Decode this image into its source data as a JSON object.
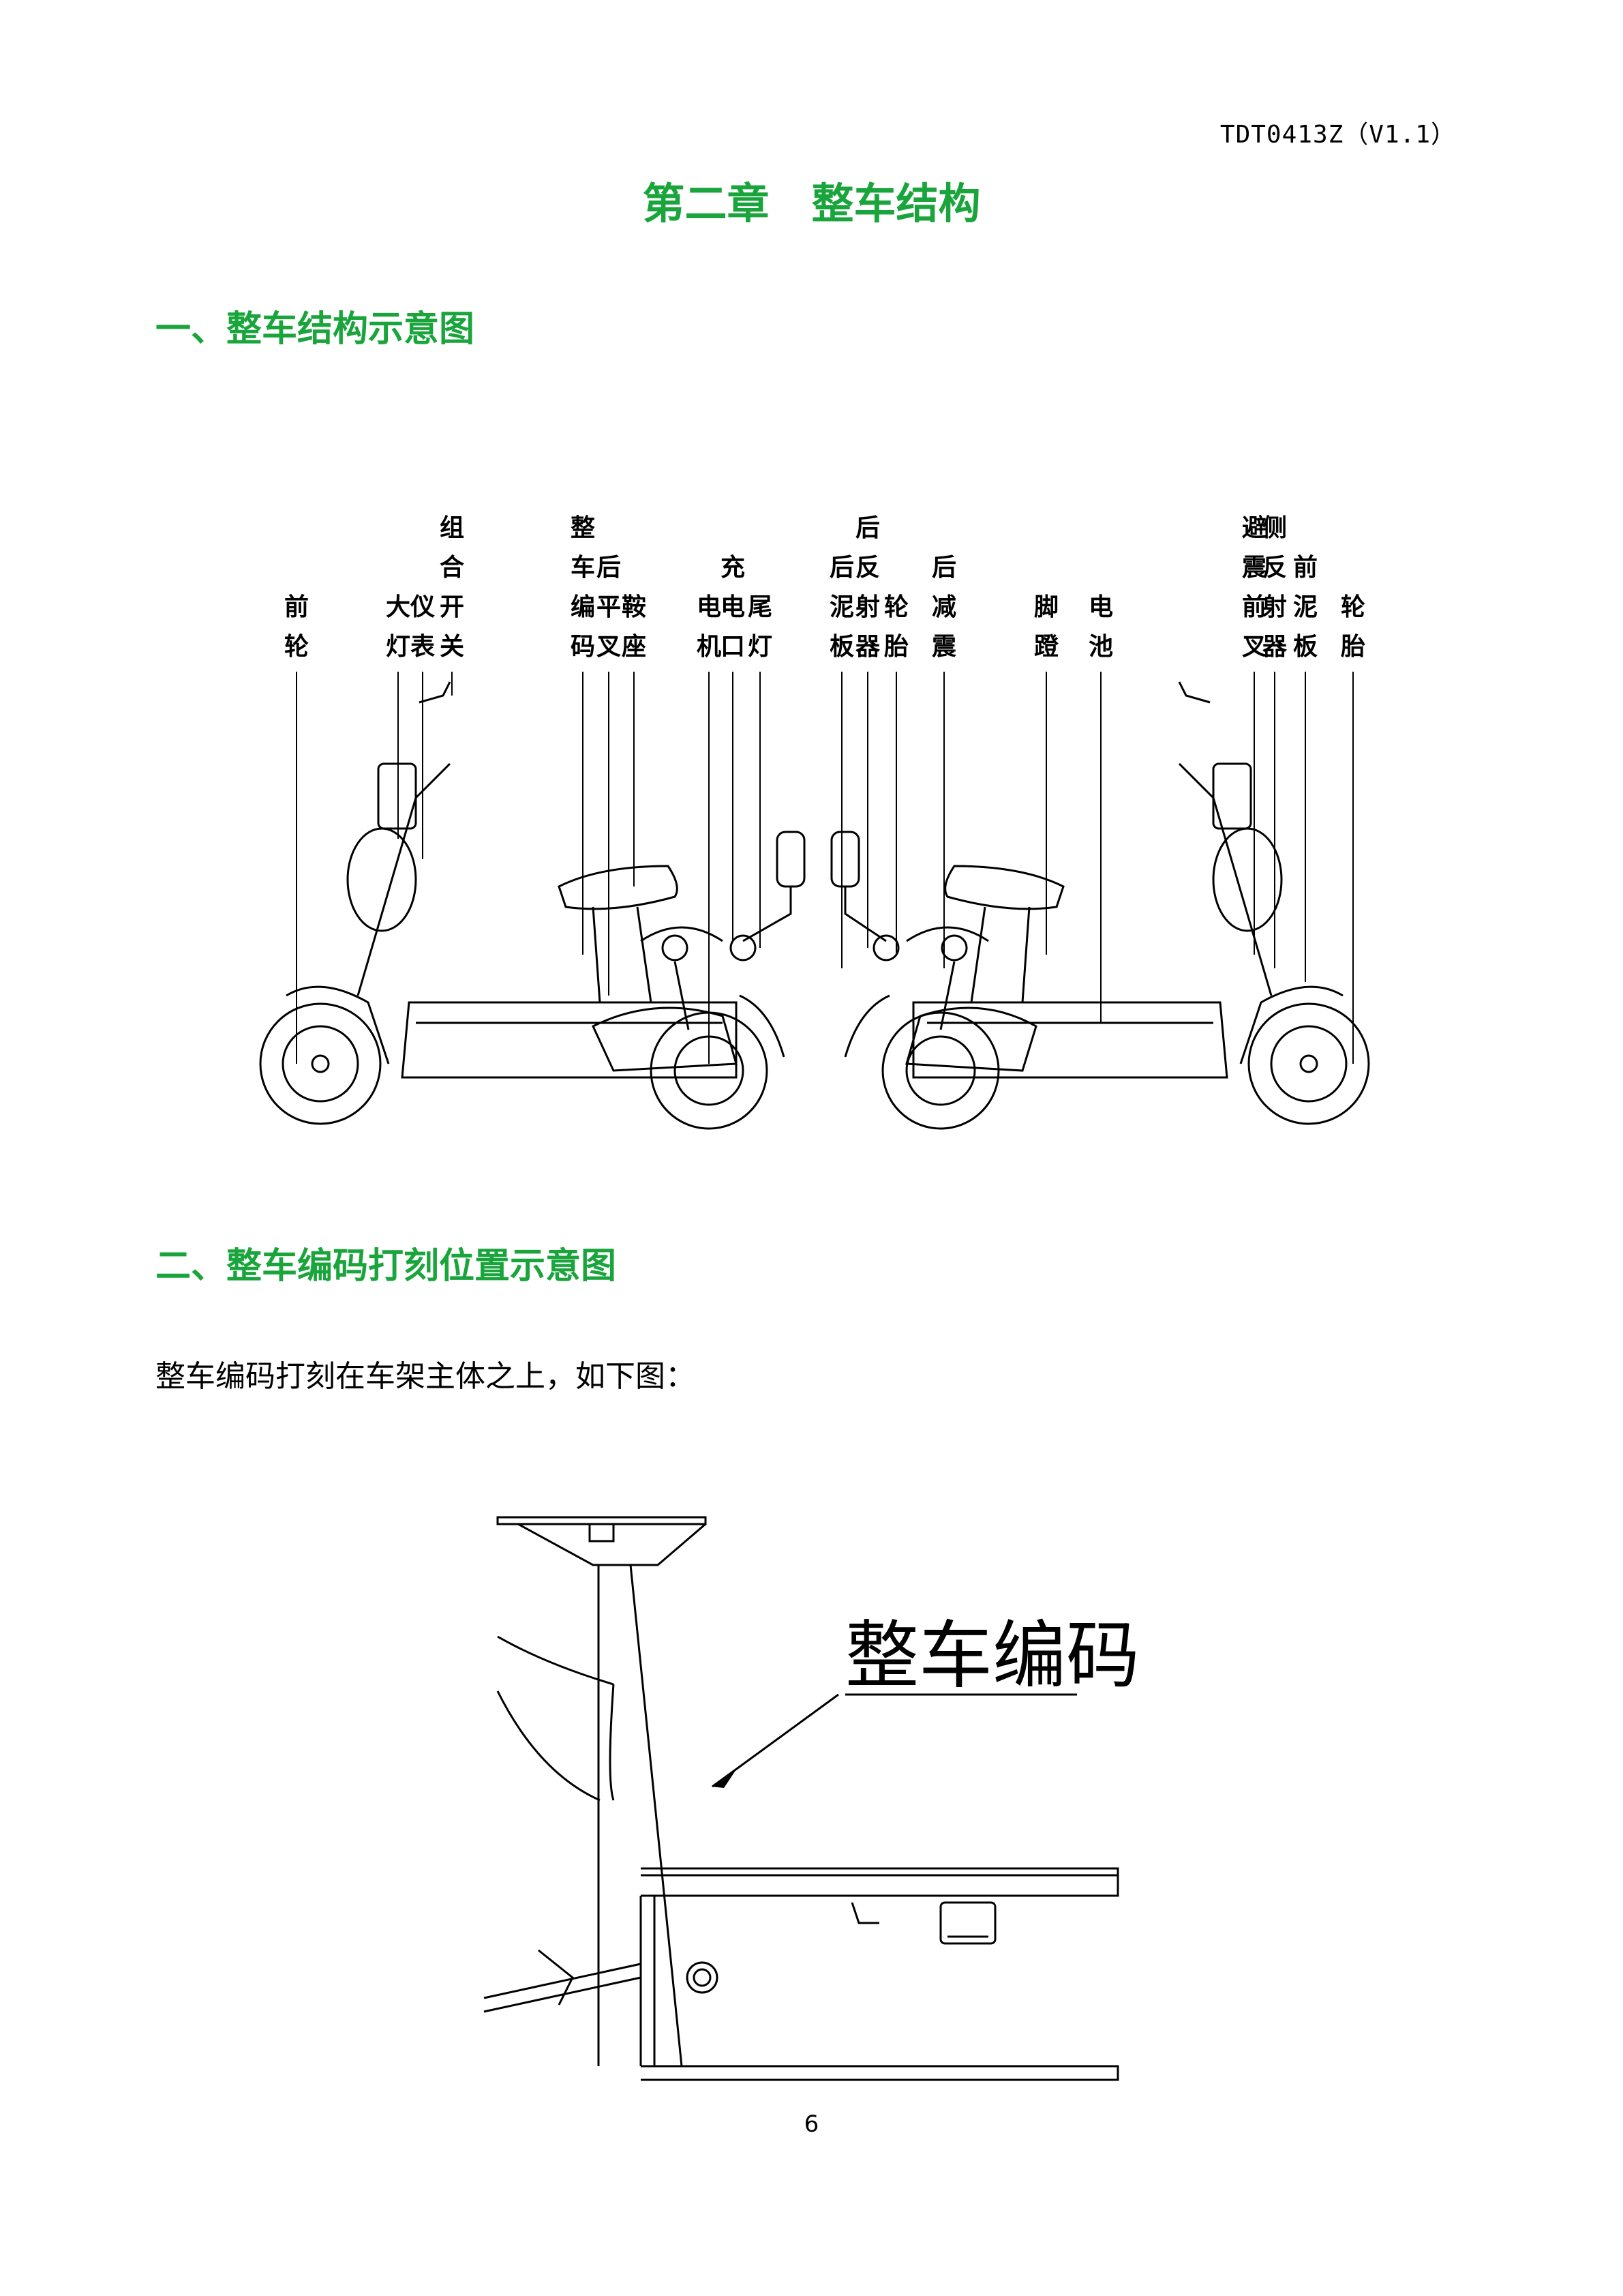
{
  "header": {
    "doc_code": "TDT0413Z（V1.1）"
  },
  "chapter": {
    "title": "第二章　整车结构"
  },
  "sections": [
    {
      "title": "一、整车结构示意图"
    },
    {
      "title": "二、整车编码打刻位置示意图"
    }
  ],
  "structure_diagram": {
    "left_labels": [
      "前轮",
      "大灯",
      "仪表",
      "组合开关",
      "整车编码",
      "后平叉",
      "鞍座",
      "电机",
      "充电口",
      "尾灯"
    ],
    "right_labels": [
      "后泥板",
      "后反射器",
      "轮胎",
      "后减震",
      "脚蹬",
      "电池",
      "避震前叉",
      "侧反射器",
      "前泥板",
      "轮胎"
    ]
  },
  "body": {
    "text": "整车编码打刻在车架主体之上，如下图："
  },
  "frame_diagram": {
    "callout": "整车编码"
  },
  "footer": {
    "page_number": "6"
  },
  "colors": {
    "heading": "#1aa53c"
  }
}
